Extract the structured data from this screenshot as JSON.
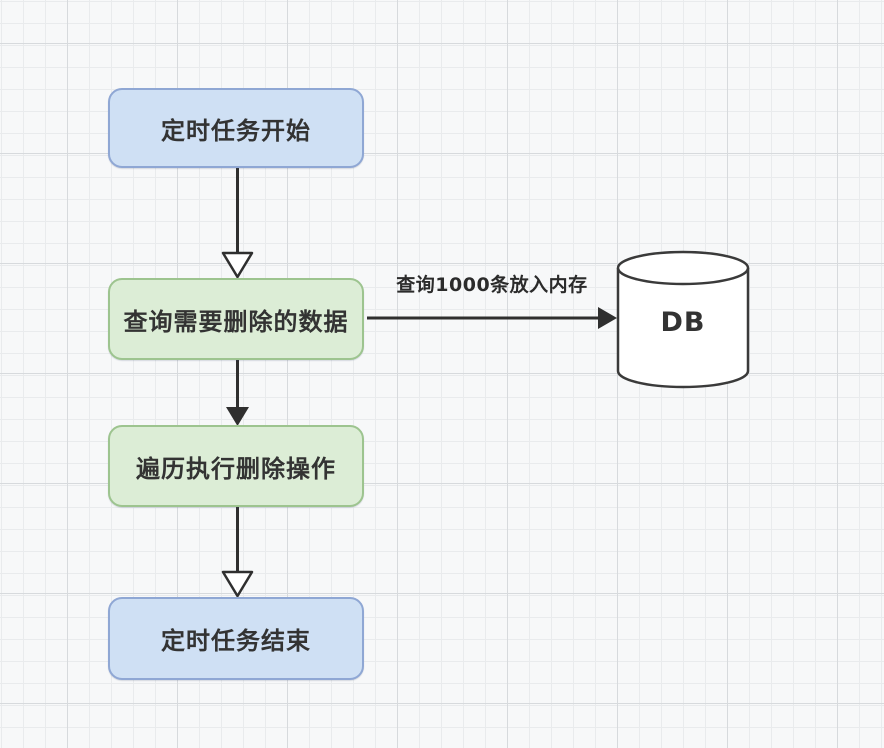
{
  "canvas": {
    "background": "#f7f8f9",
    "grid_minor_color": "#e9ebed",
    "grid_major_color": "#d7dadd"
  },
  "colors": {
    "line": "#2f2f2f",
    "node_text": "#333333",
    "blue_fill": "#cfe0f4",
    "blue_border": "#8fa7d4",
    "green_fill": "#dcedd6",
    "green_border": "#9dc48f",
    "cylinder_fill": "#ffffff",
    "cylinder_border": "#3a3a3a",
    "hollow_head_fill": "#ffffff"
  },
  "flowchart": {
    "nodes": [
      {
        "id": "start",
        "label": "定时任务开始",
        "kind": "terminal-blue"
      },
      {
        "id": "query",
        "label": "查询需要删除的数据",
        "kind": "process-green"
      },
      {
        "id": "iterate",
        "label": "遍历执行删除操作",
        "kind": "process-green"
      },
      {
        "id": "end",
        "label": "定时任务结束",
        "kind": "terminal-blue"
      },
      {
        "id": "db",
        "label": "DB",
        "kind": "database-cylinder"
      }
    ],
    "edges": [
      {
        "from": "start",
        "to": "query",
        "head": "hollow",
        "label": ""
      },
      {
        "from": "query",
        "to": "db",
        "head": "solid",
        "label": "查询1000条放入内存"
      },
      {
        "from": "query",
        "to": "iterate",
        "head": "solid",
        "label": ""
      },
      {
        "from": "iterate",
        "to": "end",
        "head": "hollow",
        "label": ""
      }
    ]
  }
}
